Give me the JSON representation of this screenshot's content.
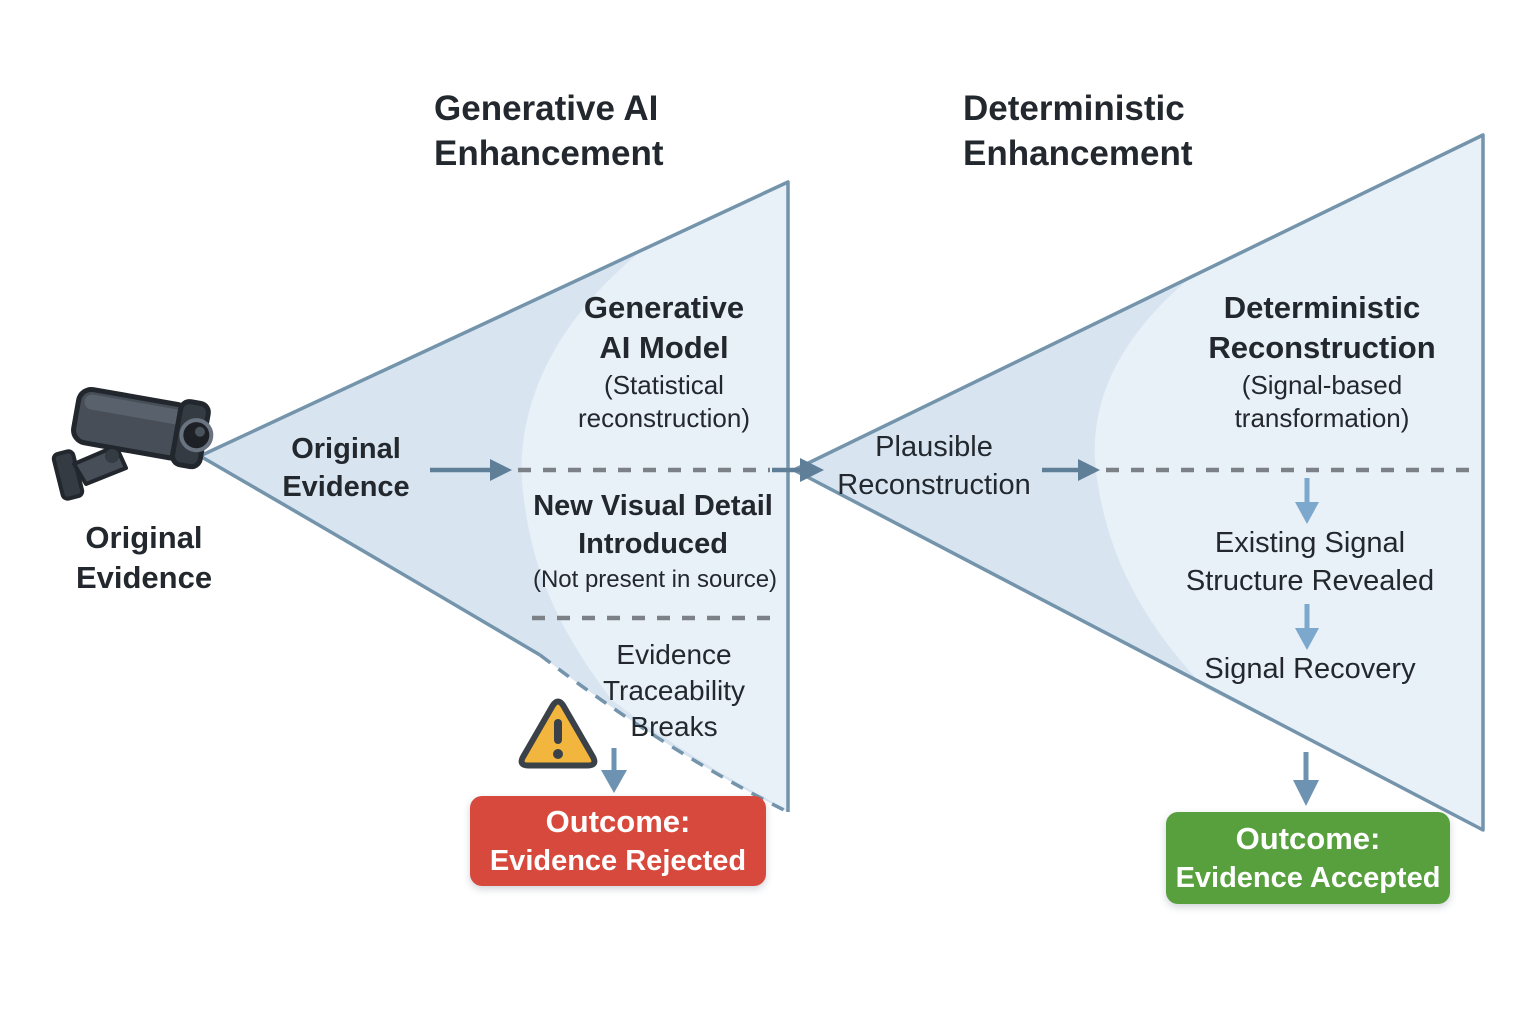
{
  "colors": {
    "bg": "#ffffff",
    "text": "#23282e",
    "cone_fill": "#d8e5f1",
    "cone_fill_light": "#e8f0f8",
    "cone_stroke": "#7494ab",
    "dash": "#7c8187",
    "arrow": "#5f7f99",
    "arrow_down_light": "#7ca8cd",
    "arrow_down": "#6e93b2",
    "warning_fill": "#f2b63e",
    "warning_stroke": "#3b4148",
    "rejected_bg": "#d8493d",
    "accepted_bg": "#57a03d",
    "box_text": "#ffffff",
    "camera_body": "#474e58",
    "camera_dark": "#343b43",
    "camera_darker": "#22272d",
    "camera_metal": "#6a7380"
  },
  "headers": {
    "generative": {
      "line1": "Generative AI",
      "line2": "Enhancement"
    },
    "deterministic": {
      "line1": "Deterministic",
      "line2": "Enhancement"
    }
  },
  "camera": {
    "label_line1": "Original",
    "label_line2": "Evidence"
  },
  "generative_cone": {
    "input_line1": "Original",
    "input_line2": "Evidence",
    "model_title_line1": "Generative",
    "model_title_line2": "AI Model",
    "model_subtitle_line1": "(Statistical",
    "model_subtitle_line2": "reconstruction)",
    "detail_title_line1": "New Visual Detail",
    "detail_title_line2": "Introduced",
    "detail_subtitle": "(Not present in source)",
    "trace_line1": "Evidence",
    "trace_line2": "Traceability",
    "trace_line3": "Breaks"
  },
  "outcome_rejected": {
    "line1": "Outcome:",
    "line2": "Evidence Rejected"
  },
  "deterministic_cone": {
    "input_line1": "Plausible",
    "input_line2": "Reconstruction",
    "recon_title_line1": "Deterministic",
    "recon_title_line2": "Reconstruction",
    "recon_subtitle_line1": "(Signal-based",
    "recon_subtitle_line2": "transformation)",
    "signal_line1": "Existing Signal",
    "signal_line2": "Structure Revealed",
    "recovery": "Signal Recovery"
  },
  "outcome_accepted": {
    "line1": "Outcome:",
    "line2": "Evidence Accepted"
  },
  "icons": {
    "camera": "cctv-camera-icon",
    "warning": "warning-triangle-icon"
  }
}
